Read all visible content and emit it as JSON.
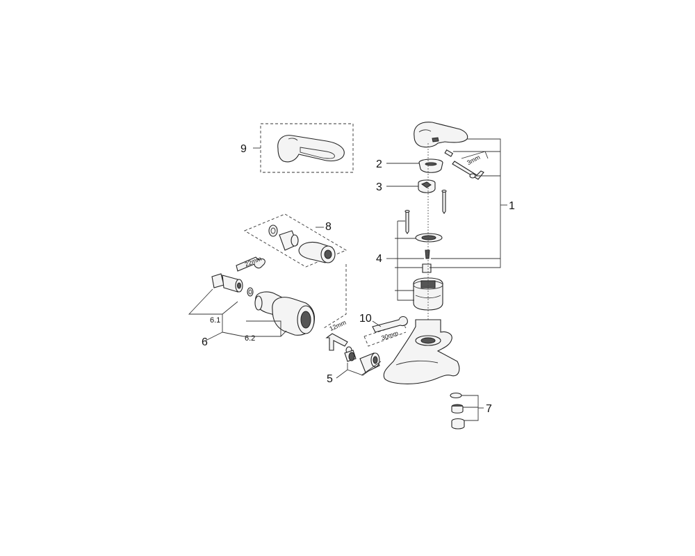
{
  "callouts": {
    "c1": "1",
    "c2": "2",
    "c3": "3",
    "c4": "4",
    "c5": "5",
    "c6": "6",
    "c6_1": "6.1",
    "c6_2": "6.2",
    "c7": "7",
    "c8": "8",
    "c9": "9",
    "c10": "10"
  },
  "tools": {
    "hex_key": "3mm",
    "spanner_small": "22mm",
    "hex_key_large": "12mm",
    "spanner_large": "30mm"
  }
}
